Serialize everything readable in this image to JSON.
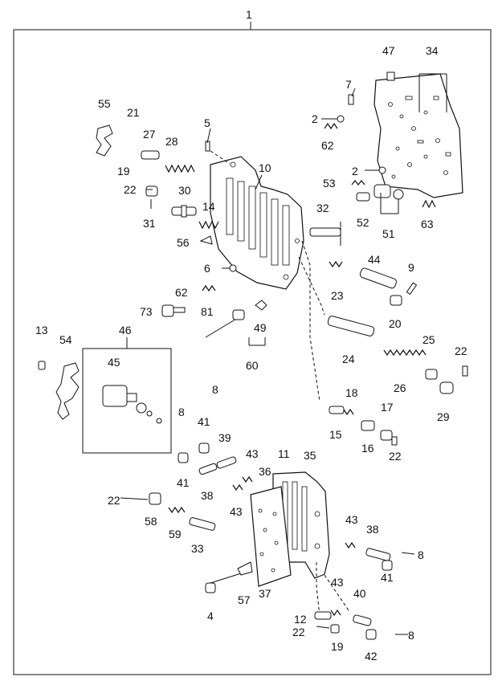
{
  "labels": {
    "l1": "1",
    "l2a": "2",
    "l2b": "2",
    "l4": "4",
    "l5": "5",
    "l6": "6",
    "l7": "7",
    "l8a": "8",
    "l8b": "8",
    "l8c": "8",
    "l8d": "8",
    "l9": "9",
    "l10": "10",
    "l11": "11",
    "l12": "12",
    "l13": "13",
    "l14": "14",
    "l15": "15",
    "l16": "16",
    "l17": "17",
    "l18": "18",
    "l19a": "19",
    "l19b": "19",
    "l20": "20",
    "l21": "21",
    "l22a": "22",
    "l22b": "22",
    "l22c": "22",
    "l22d": "22",
    "l22e": "22",
    "l23": "23",
    "l24": "24",
    "l25": "25",
    "l26": "26",
    "l27": "27",
    "l28": "28",
    "l29": "29",
    "l30": "30",
    "l31": "31",
    "l32": "32",
    "l33": "33",
    "l34": "34",
    "l35": "35",
    "l36": "36",
    "l37": "37",
    "l38a": "38",
    "l38b": "38",
    "l39": "39",
    "l40": "40",
    "l41a": "41",
    "l41b": "41",
    "l41c": "41",
    "l42": "42",
    "l43a": "43",
    "l43b": "43",
    "l43c": "43",
    "l43d": "43",
    "l44": "44",
    "l45": "45",
    "l46": "46",
    "l47": "47",
    "l49": "49",
    "l51": "51",
    "l52": "52",
    "l53": "53",
    "l54": "54",
    "l55": "55",
    "l56": "56",
    "l57": "57",
    "l58": "58",
    "l59": "59",
    "l60": "60",
    "l62a": "62",
    "l62b": "62",
    "l63": "63",
    "l73": "73",
    "l81": "81"
  }
}
